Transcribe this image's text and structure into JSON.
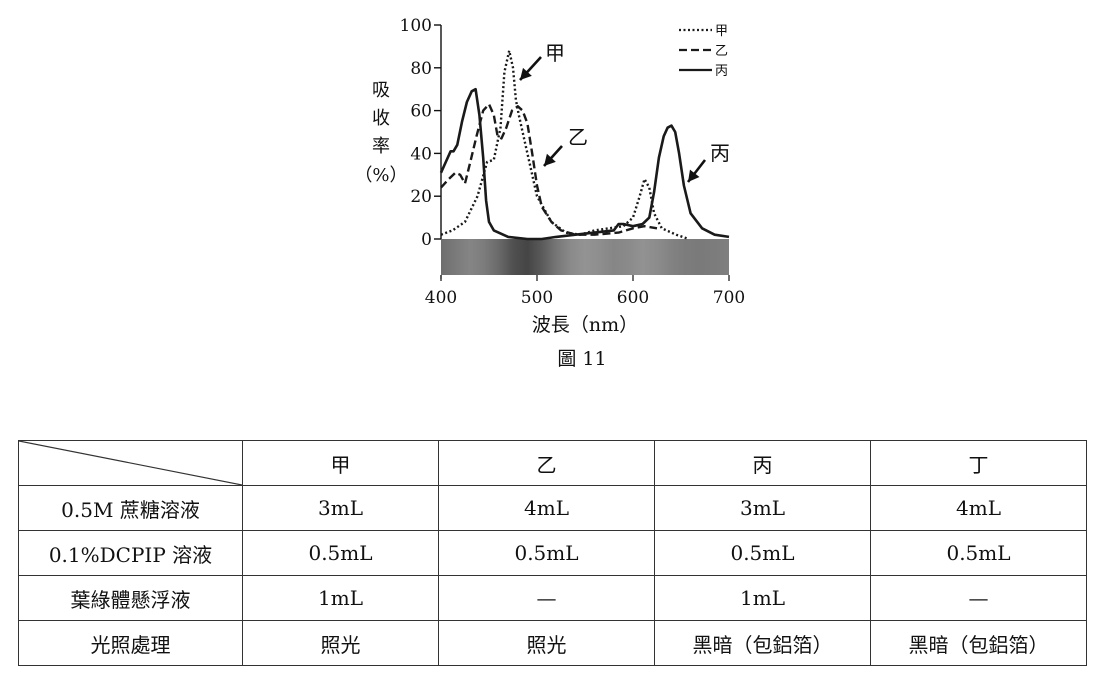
{
  "chart_data": {
    "type": "line",
    "caption": "圖 11",
    "xlabel": "波長（nm）",
    "ylabel_lines": [
      "吸",
      "收",
      "率",
      "（%）"
    ],
    "xlim": [
      400,
      700
    ],
    "ylim": [
      0,
      100
    ],
    "x_ticks": [
      400,
      500,
      600,
      700
    ],
    "y_ticks": [
      0,
      20,
      40,
      60,
      80,
      100
    ],
    "legend_position": "top-right",
    "series": [
      {
        "name": "甲",
        "style": "dotted",
        "points": [
          [
            400,
            2
          ],
          [
            412,
            4
          ],
          [
            425,
            8
          ],
          [
            438,
            20
          ],
          [
            448,
            36
          ],
          [
            455,
            37
          ],
          [
            462,
            52
          ],
          [
            466,
            78
          ],
          [
            471,
            88
          ],
          [
            475,
            80
          ],
          [
            478,
            65
          ],
          [
            481,
            58
          ],
          [
            485,
            50
          ],
          [
            490,
            40
          ],
          [
            500,
            20
          ],
          [
            515,
            8
          ],
          [
            530,
            3
          ],
          [
            545,
            2
          ],
          [
            560,
            4
          ],
          [
            575,
            5
          ],
          [
            590,
            6
          ],
          [
            600,
            10
          ],
          [
            607,
            20
          ],
          [
            612,
            28
          ],
          [
            617,
            24
          ],
          [
            622,
            12
          ],
          [
            630,
            5
          ],
          [
            645,
            2
          ],
          [
            658,
            0
          ]
        ]
      },
      {
        "name": "乙",
        "style": "dashed",
        "points": [
          [
            400,
            24
          ],
          [
            408,
            28
          ],
          [
            415,
            31
          ],
          [
            420,
            30
          ],
          [
            425,
            26
          ],
          [
            430,
            35
          ],
          [
            437,
            48
          ],
          [
            444,
            60
          ],
          [
            450,
            63
          ],
          [
            455,
            58
          ],
          [
            459,
            48
          ],
          [
            463,
            47
          ],
          [
            468,
            52
          ],
          [
            474,
            60
          ],
          [
            480,
            62
          ],
          [
            485,
            60
          ],
          [
            490,
            54
          ],
          [
            495,
            40
          ],
          [
            500,
            25
          ],
          [
            505,
            15
          ],
          [
            515,
            8
          ],
          [
            525,
            4
          ],
          [
            540,
            2
          ],
          [
            560,
            2
          ],
          [
            585,
            3
          ],
          [
            600,
            5
          ],
          [
            612,
            6
          ],
          [
            625,
            5
          ]
        ]
      },
      {
        "name": "丙",
        "style": "solid",
        "points": [
          [
            400,
            31
          ],
          [
            405,
            36
          ],
          [
            410,
            41
          ],
          [
            413,
            41
          ],
          [
            417,
            44
          ],
          [
            422,
            55
          ],
          [
            427,
            64
          ],
          [
            432,
            69
          ],
          [
            436,
            70
          ],
          [
            440,
            58
          ],
          [
            444,
            38
          ],
          [
            447,
            18
          ],
          [
            450,
            8
          ],
          [
            455,
            4
          ],
          [
            470,
            1
          ],
          [
            490,
            0
          ],
          [
            505,
            0
          ],
          [
            520,
            1
          ],
          [
            540,
            2
          ],
          [
            560,
            3
          ],
          [
            580,
            4
          ],
          [
            585,
            7
          ],
          [
            590,
            7
          ],
          [
            600,
            6
          ],
          [
            610,
            7
          ],
          [
            617,
            10
          ],
          [
            622,
            22
          ],
          [
            627,
            38
          ],
          [
            632,
            48
          ],
          [
            636,
            52
          ],
          [
            640,
            53
          ],
          [
            644,
            50
          ],
          [
            648,
            40
          ],
          [
            653,
            25
          ],
          [
            660,
            12
          ],
          [
            672,
            5
          ],
          [
            685,
            2
          ],
          [
            700,
            1
          ]
        ]
      }
    ],
    "series_labels": [
      "甲",
      "乙",
      "丙"
    ],
    "spectrum_gradient": [
      "#6e6e6e",
      "#7a7a7a",
      "#858585",
      "#7c7c7c",
      "#6a6a6a",
      "#505050",
      "#454545",
      "#5a5a5a",
      "#767676",
      "#8a8a8a",
      "#939393",
      "#8e8e8e",
      "#868686",
      "#8a8a8a",
      "#929292",
      "#8c8c8c",
      "#828282",
      "#7c7c7c",
      "#7a7a7a",
      "#7c7c7c",
      "#808080"
    ]
  },
  "table": {
    "headers": [
      "甲",
      "乙",
      "丙",
      "丁"
    ],
    "rows": [
      {
        "label": "0.5M 蔗糖溶液",
        "cells": [
          "3mL",
          "4mL",
          "3mL",
          "4mL"
        ]
      },
      {
        "label": "0.1%DCPIP 溶液",
        "cells": [
          "0.5mL",
          "0.5mL",
          "0.5mL",
          "0.5mL"
        ]
      },
      {
        "label": "葉綠體懸浮液",
        "cells": [
          "1mL",
          "—",
          "1mL",
          "—"
        ]
      },
      {
        "label": "光照處理",
        "cells": [
          "照光",
          "照光",
          "黑暗（包鋁箔）",
          "黑暗（包鋁箔）"
        ]
      }
    ]
  }
}
